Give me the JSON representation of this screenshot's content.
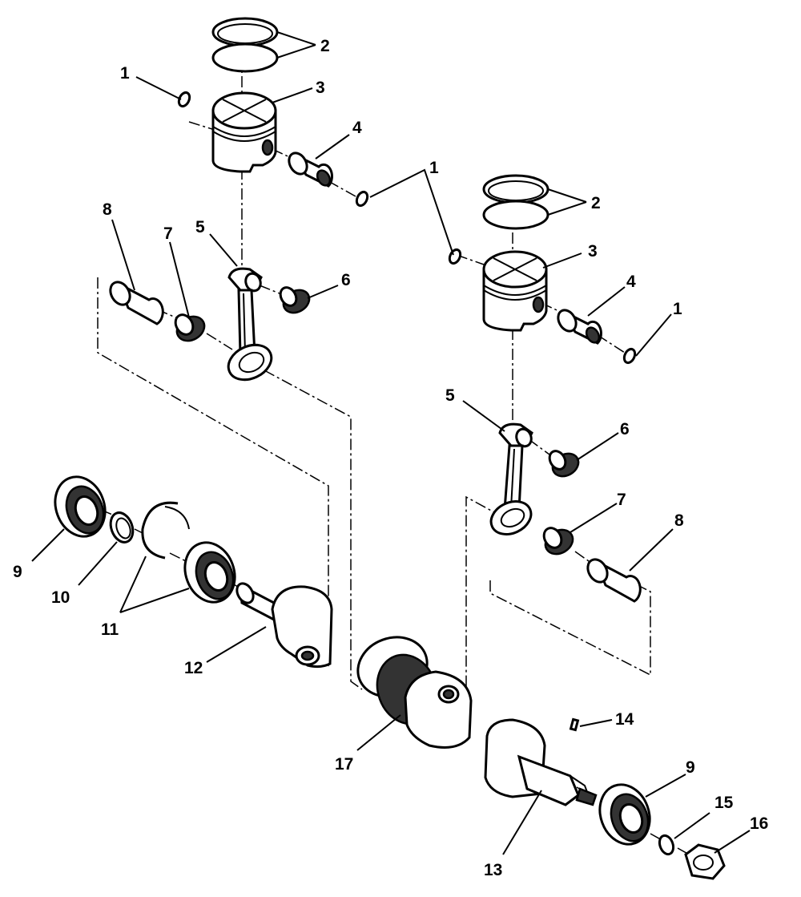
{
  "diagram": {
    "callouts": [
      {
        "id": "c1a",
        "text": "1"
      },
      {
        "id": "c2a",
        "text": "2"
      },
      {
        "id": "c3a",
        "text": "3"
      },
      {
        "id": "c4a",
        "text": "4"
      },
      {
        "id": "c1b",
        "text": "1"
      },
      {
        "id": "c8a",
        "text": "8"
      },
      {
        "id": "c7a",
        "text": "7"
      },
      {
        "id": "c5a",
        "text": "5"
      },
      {
        "id": "c6a",
        "text": "6"
      },
      {
        "id": "c2b",
        "text": "2"
      },
      {
        "id": "c3b",
        "text": "3"
      },
      {
        "id": "c4b",
        "text": "4"
      },
      {
        "id": "c1c",
        "text": "1"
      },
      {
        "id": "c5b",
        "text": "5"
      },
      {
        "id": "c6b",
        "text": "6"
      },
      {
        "id": "c7b",
        "text": "7"
      },
      {
        "id": "c8b",
        "text": "8"
      },
      {
        "id": "c9a",
        "text": "9"
      },
      {
        "id": "c10",
        "text": "10"
      },
      {
        "id": "c11",
        "text": "11"
      },
      {
        "id": "c12",
        "text": "12"
      },
      {
        "id": "c17",
        "text": "17"
      },
      {
        "id": "c14",
        "text": "14"
      },
      {
        "id": "c9b",
        "text": "9"
      },
      {
        "id": "c15",
        "text": "15"
      },
      {
        "id": "c16",
        "text": "16"
      },
      {
        "id": "c13",
        "text": "13"
      }
    ]
  }
}
